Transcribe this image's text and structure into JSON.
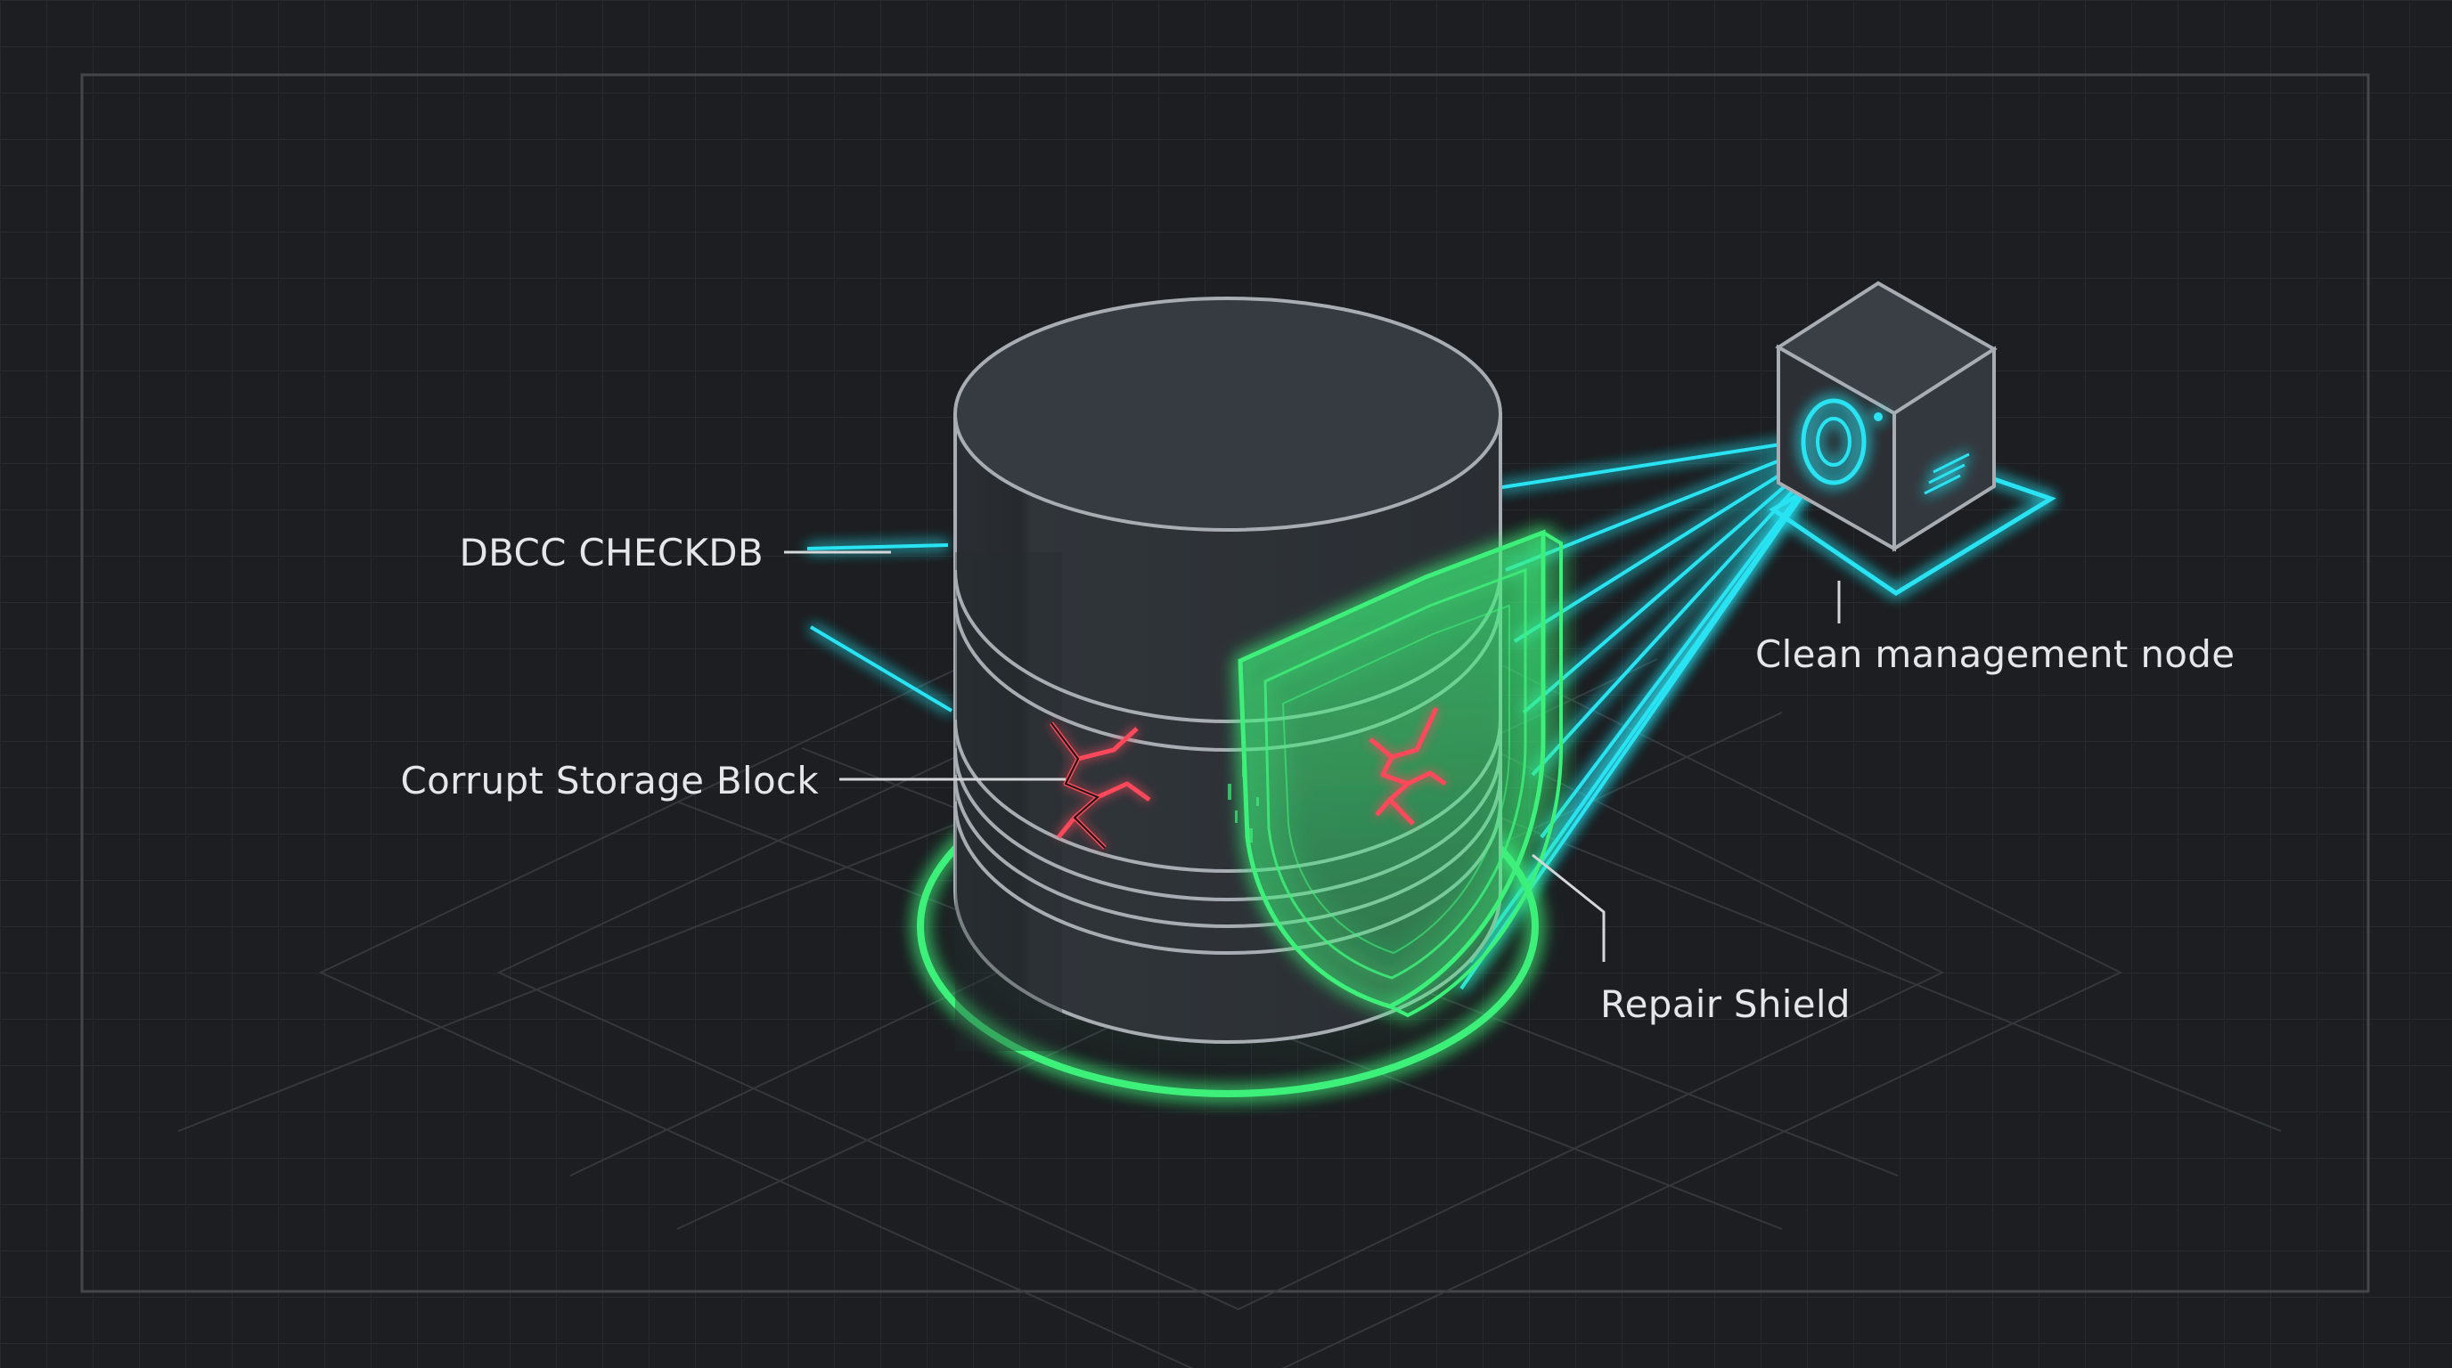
{
  "labels": {
    "dbcc_checkdb": "DBCC CHECKDB",
    "corrupt_block": "Corrupt Storage Block",
    "management_node": "Clean management node",
    "repair_shield": "Repair Shield"
  },
  "colors": {
    "background": "#1c1e21",
    "grid": "#2a2d31",
    "frame": "#474b50",
    "cylinder_body": "#2f3338",
    "cylinder_top": "#363b41",
    "outline": "#a8adb3",
    "scan_beam": "#29e3f2",
    "shield_green": "#3ef07a",
    "crack_red": "#ff4a5a",
    "label_text": "#e4e6e8"
  },
  "icons": {
    "database": "database-cylinder-icon",
    "node": "server-cube-icon",
    "shield": "shield-icon",
    "crack": "crack-icon"
  }
}
